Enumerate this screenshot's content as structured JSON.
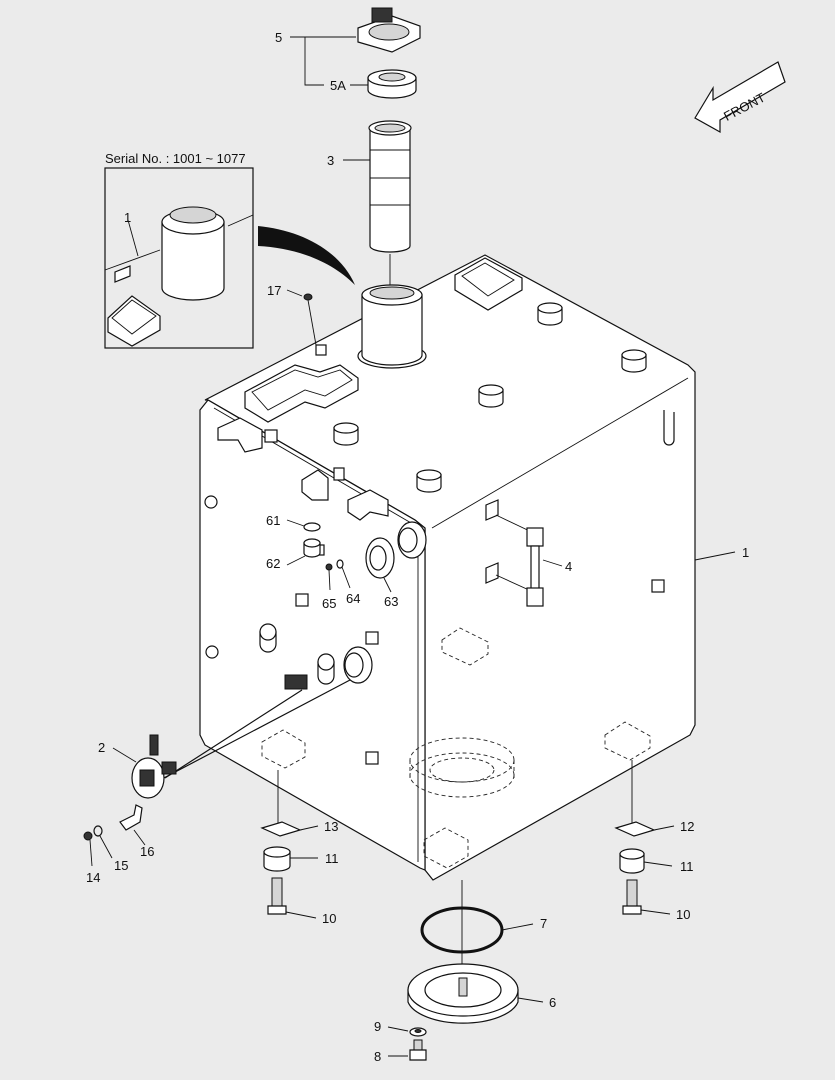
{
  "front_label": "FRONT",
  "inset": {
    "serial_text": "Serial No. : 1001 ~ 1077",
    "callout": "1"
  },
  "callouts": {
    "c5": "5",
    "c5a": "5A",
    "c3": "3",
    "c17": "17",
    "c1": "1",
    "c4": "4",
    "c61": "61",
    "c62": "62",
    "c65": "65",
    "c64": "64",
    "c63": "63",
    "c2": "2",
    "c13": "13",
    "c11a": "11",
    "c10a": "10",
    "c14": "14",
    "c15": "15",
    "c16": "16",
    "c12": "12",
    "c11b": "11",
    "c10b": "10",
    "c7": "7",
    "c6": "6",
    "c9": "9",
    "c8": "8"
  }
}
